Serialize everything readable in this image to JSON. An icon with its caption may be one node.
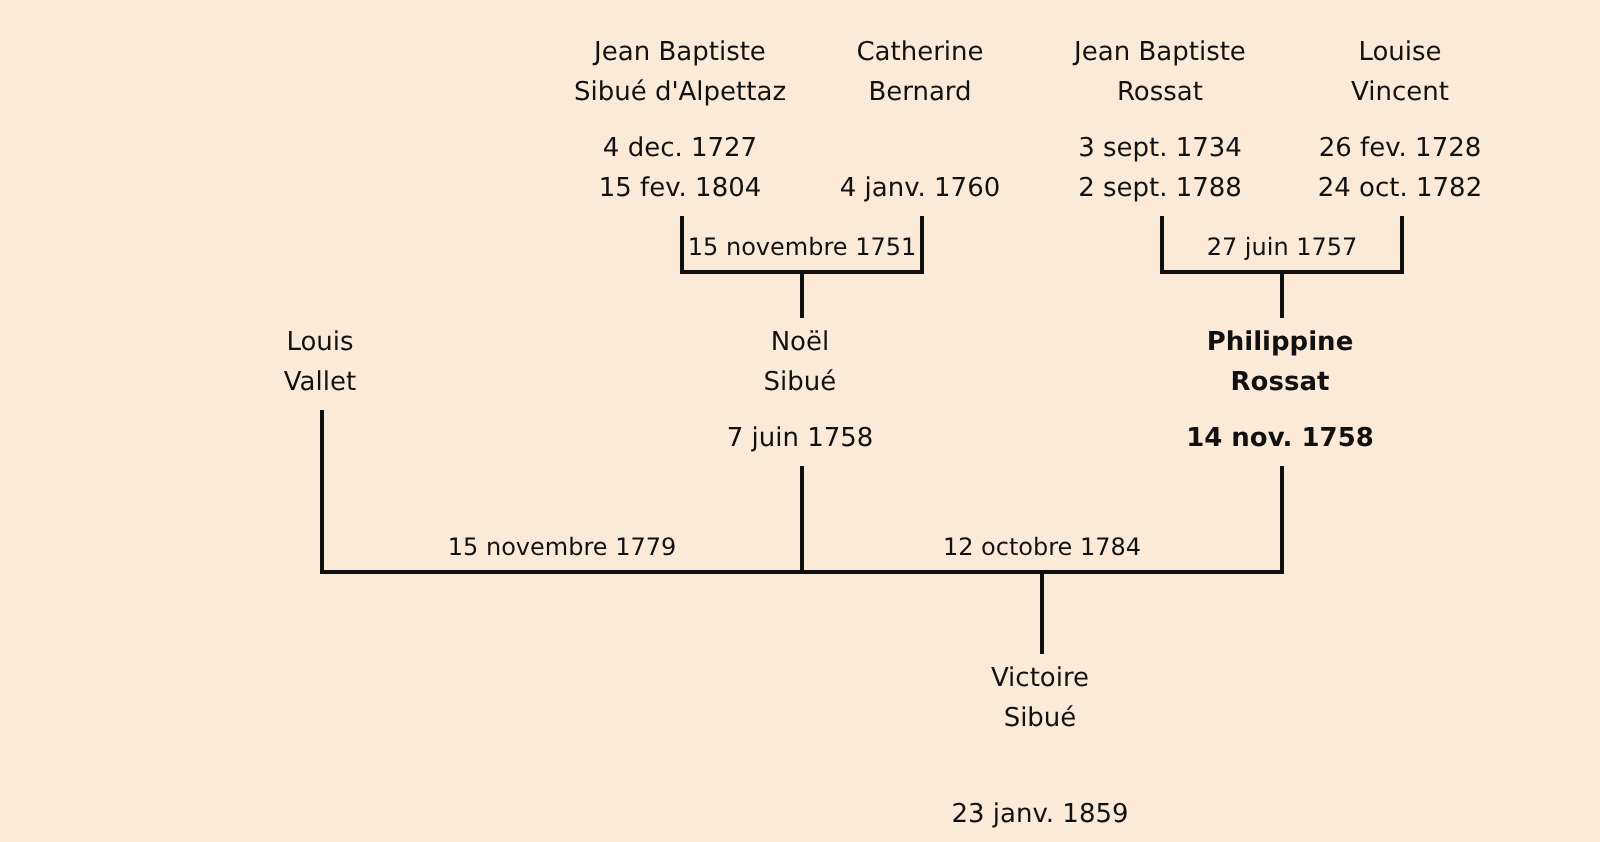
{
  "diagram": {
    "nodes": [
      {
        "text": [
          "Jean Baptiste Sibué d'Alpettaz",
          "4 dec. 1727",
          "15 fev. 1804"
        ]
      },
      {
        "text": [
          "Catherine Bernard",
          "4 janv. 1760"
        ]
      },
      {
        "text": [
          "Jean Baptiste Rossat",
          "3 sept. 1734",
          "2 sept. 1788"
        ]
      },
      {
        "text": [
          "Louise Vincent",
          "26 fev. 1728",
          "24 oct. 1782"
        ]
      },
      {
        "text": [
          "Louis Vallet"
        ]
      },
      {
        "text": [
          "Noël Sibué",
          "7 juin 1758"
        ]
      },
      {
        "text": [
          "Philippine Rossat",
          "14 nov. 1758"
        ]
      },
      {
        "text": [
          "Victoire Sibué",
          "23 janv. 1859"
        ]
      }
    ],
    "edges": [
      {
        "from": 0,
        "to": 5,
        "arrow": "none",
        "label": "15 novembre 1751"
      },
      {
        "from": 1,
        "to": 5,
        "arrow": "none"
      },
      {
        "from": 2,
        "to": 6,
        "arrow": "none",
        "label": "27 juin 1757"
      },
      {
        "from": 3,
        "to": 6,
        "arrow": "none"
      },
      {
        "from": 4,
        "to": 5,
        "arrow": "none",
        "label": "15 novembre 1779"
      },
      {
        "from": 5,
        "to": 7,
        "arrow": "none",
        "label": "12 octobre 1784"
      },
      {
        "from": 6,
        "to": 7,
        "arrow": "none"
      }
    ]
  }
}
